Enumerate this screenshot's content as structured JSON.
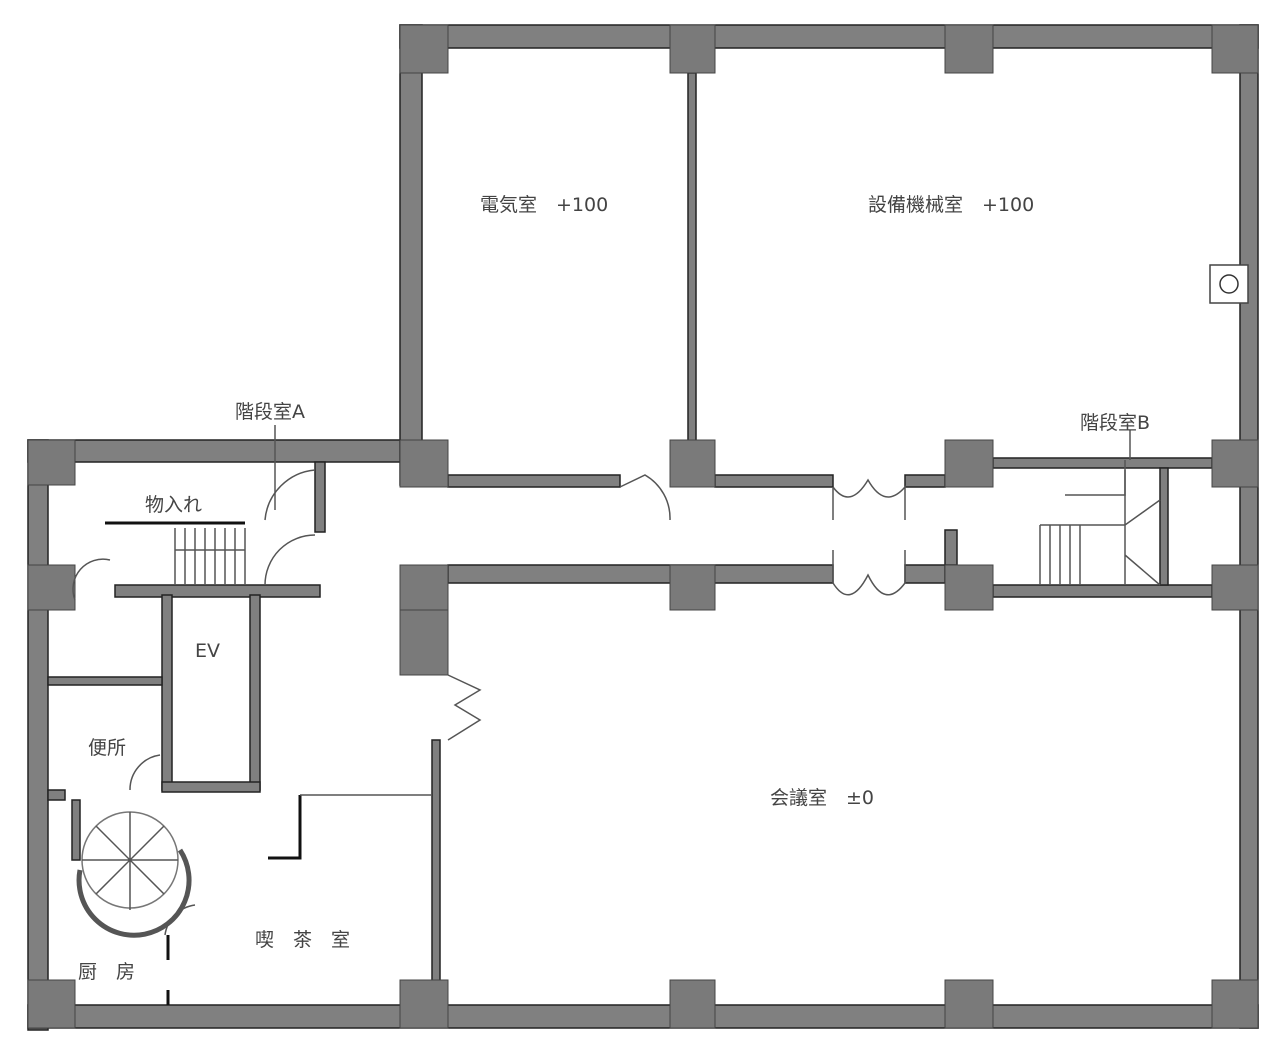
{
  "rooms": {
    "electrical": "電気室　+100",
    "machine": "設備機械室　+100",
    "stair_a": "階段室A",
    "storage": "物入れ",
    "ev": "EV",
    "toilet": "便所",
    "kitchen": "厨　房",
    "cafe": "喫　茶　室",
    "meeting": "会議室　±0",
    "stair_b": "階段室B"
  },
  "colors": {
    "wall": "#808080",
    "line": "#111111"
  }
}
